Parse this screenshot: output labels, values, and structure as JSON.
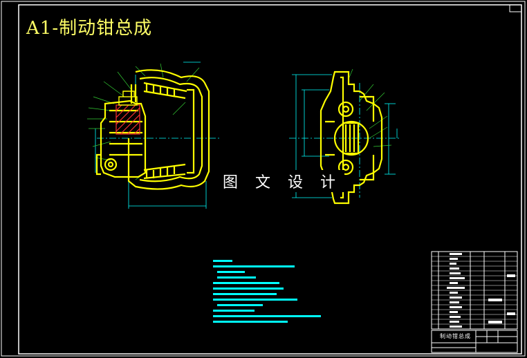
{
  "drawing": {
    "title": "A1-制动钳总成",
    "watermark": "图 文 设 计",
    "title_block_name": "制动钳总成"
  },
  "colors": {
    "background": "#000000",
    "frame": "#ffffff",
    "part": "#ffff00",
    "dimension": "#00ffff",
    "hatch": "#ff3333",
    "leader": "#33cc33"
  }
}
